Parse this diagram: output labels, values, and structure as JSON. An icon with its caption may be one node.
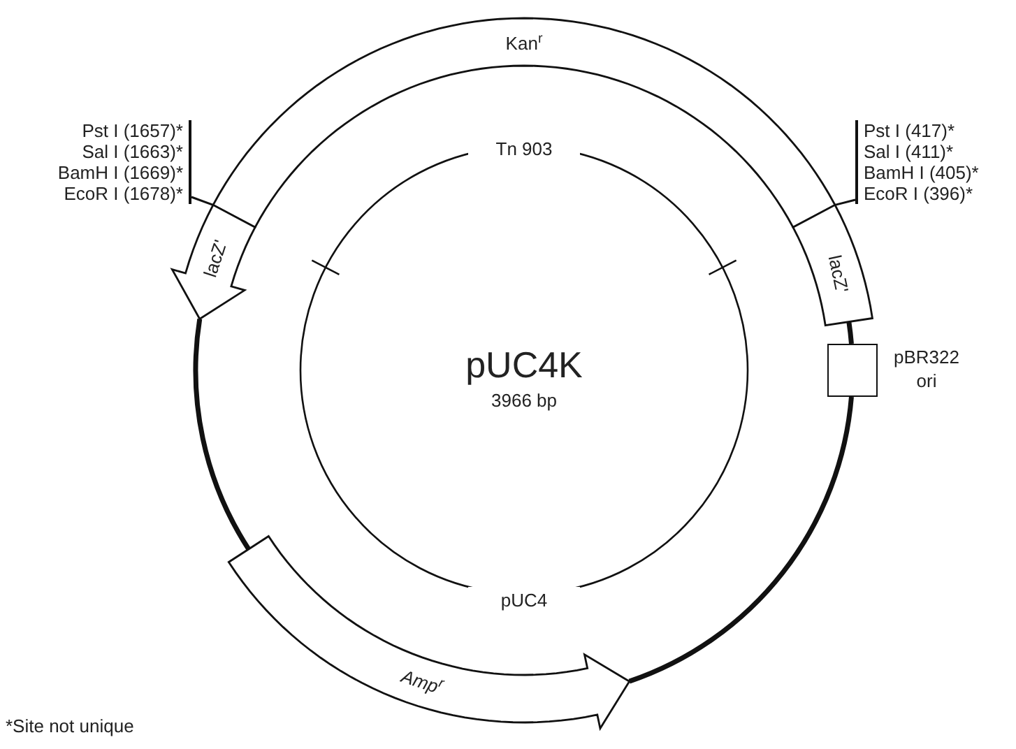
{
  "diagram": {
    "nodes": [
      {
        "text": [
          "Kan$^{r}$"
        ]
      },
      {
        "text": [
          "lacZ'"
        ]
      },
      {
        "text": [
          "lacZ'"
        ]
      },
      {
        "text": [],
        "shape": "box",
        "beside": [
          "pBR322 ori"
        ]
      },
      {
        "text": [
          "Amp$^{r}$"
        ]
      },
      {
        "text": [
          "Pst I (1657)*",
          "Sal I (1663)*",
          "BamH I (1669)*",
          "EcoR I (1678)*"
        ]
      },
      {
        "text": [
          "Pst I (417)*",
          "Sal I (411)*",
          "BamH I (405)*",
          "EcoR I (396)*"
        ]
      }
    ],
    "edges": [
      {
        "from": 5,
        "to": 1,
        "arrow": "none"
      },
      {
        "from": 6,
        "to": 2,
        "arrow": "none"
      },
      {
        "from": 1,
        "to": 4,
        "arrow": "none"
      },
      {
        "from": 4,
        "to": 3,
        "arrow": "none"
      },
      {
        "from": 2,
        "to": 3,
        "arrow": "none"
      }
    ],
    "labels": [
      "Tn 903",
      "pUC4K",
      "3966 bp",
      "pUC4",
      "*Site not unique"
    ]
  }
}
